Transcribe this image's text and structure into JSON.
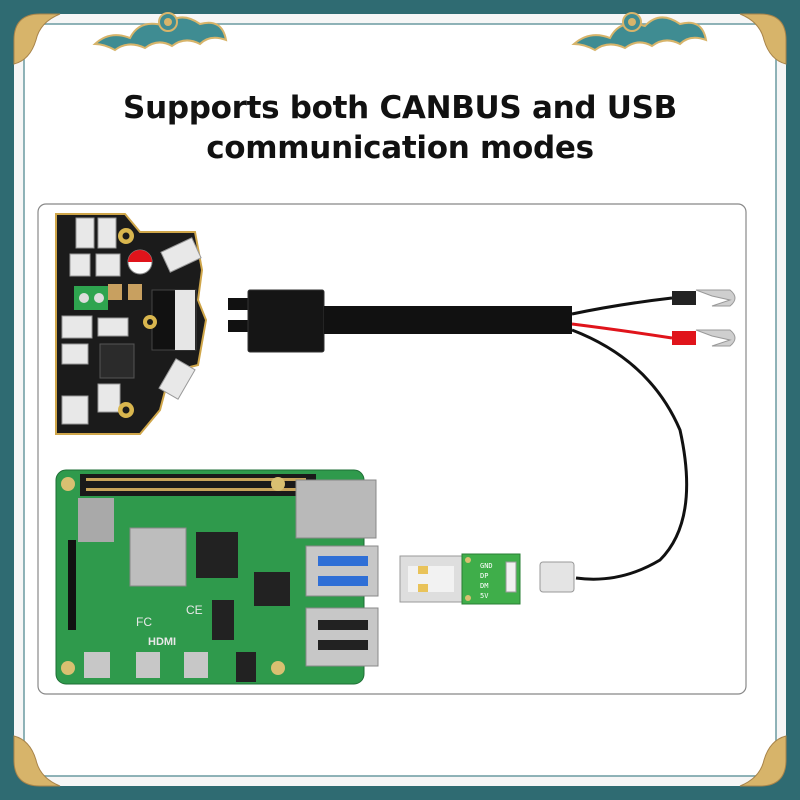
{
  "banner": {
    "title_line1": "Supports both CANBUS and USB",
    "title_line2": "communication modes"
  },
  "adapter_pins": [
    "GND",
    "DP",
    "DM",
    "5V"
  ],
  "board_markings": {
    "pi_logo": "HDMI",
    "ce": "CE",
    "fc": "FC"
  },
  "colors": {
    "background": "#2f6b72",
    "panel": "#ffffff",
    "pcb_black": "#1b1b1b",
    "pcb_green": "#2f9a4c",
    "adapter_green": "#3fae4a",
    "wire_red": "#e0141b",
    "wire_black": "#111111",
    "ornament_gold": "#d7b46a"
  }
}
